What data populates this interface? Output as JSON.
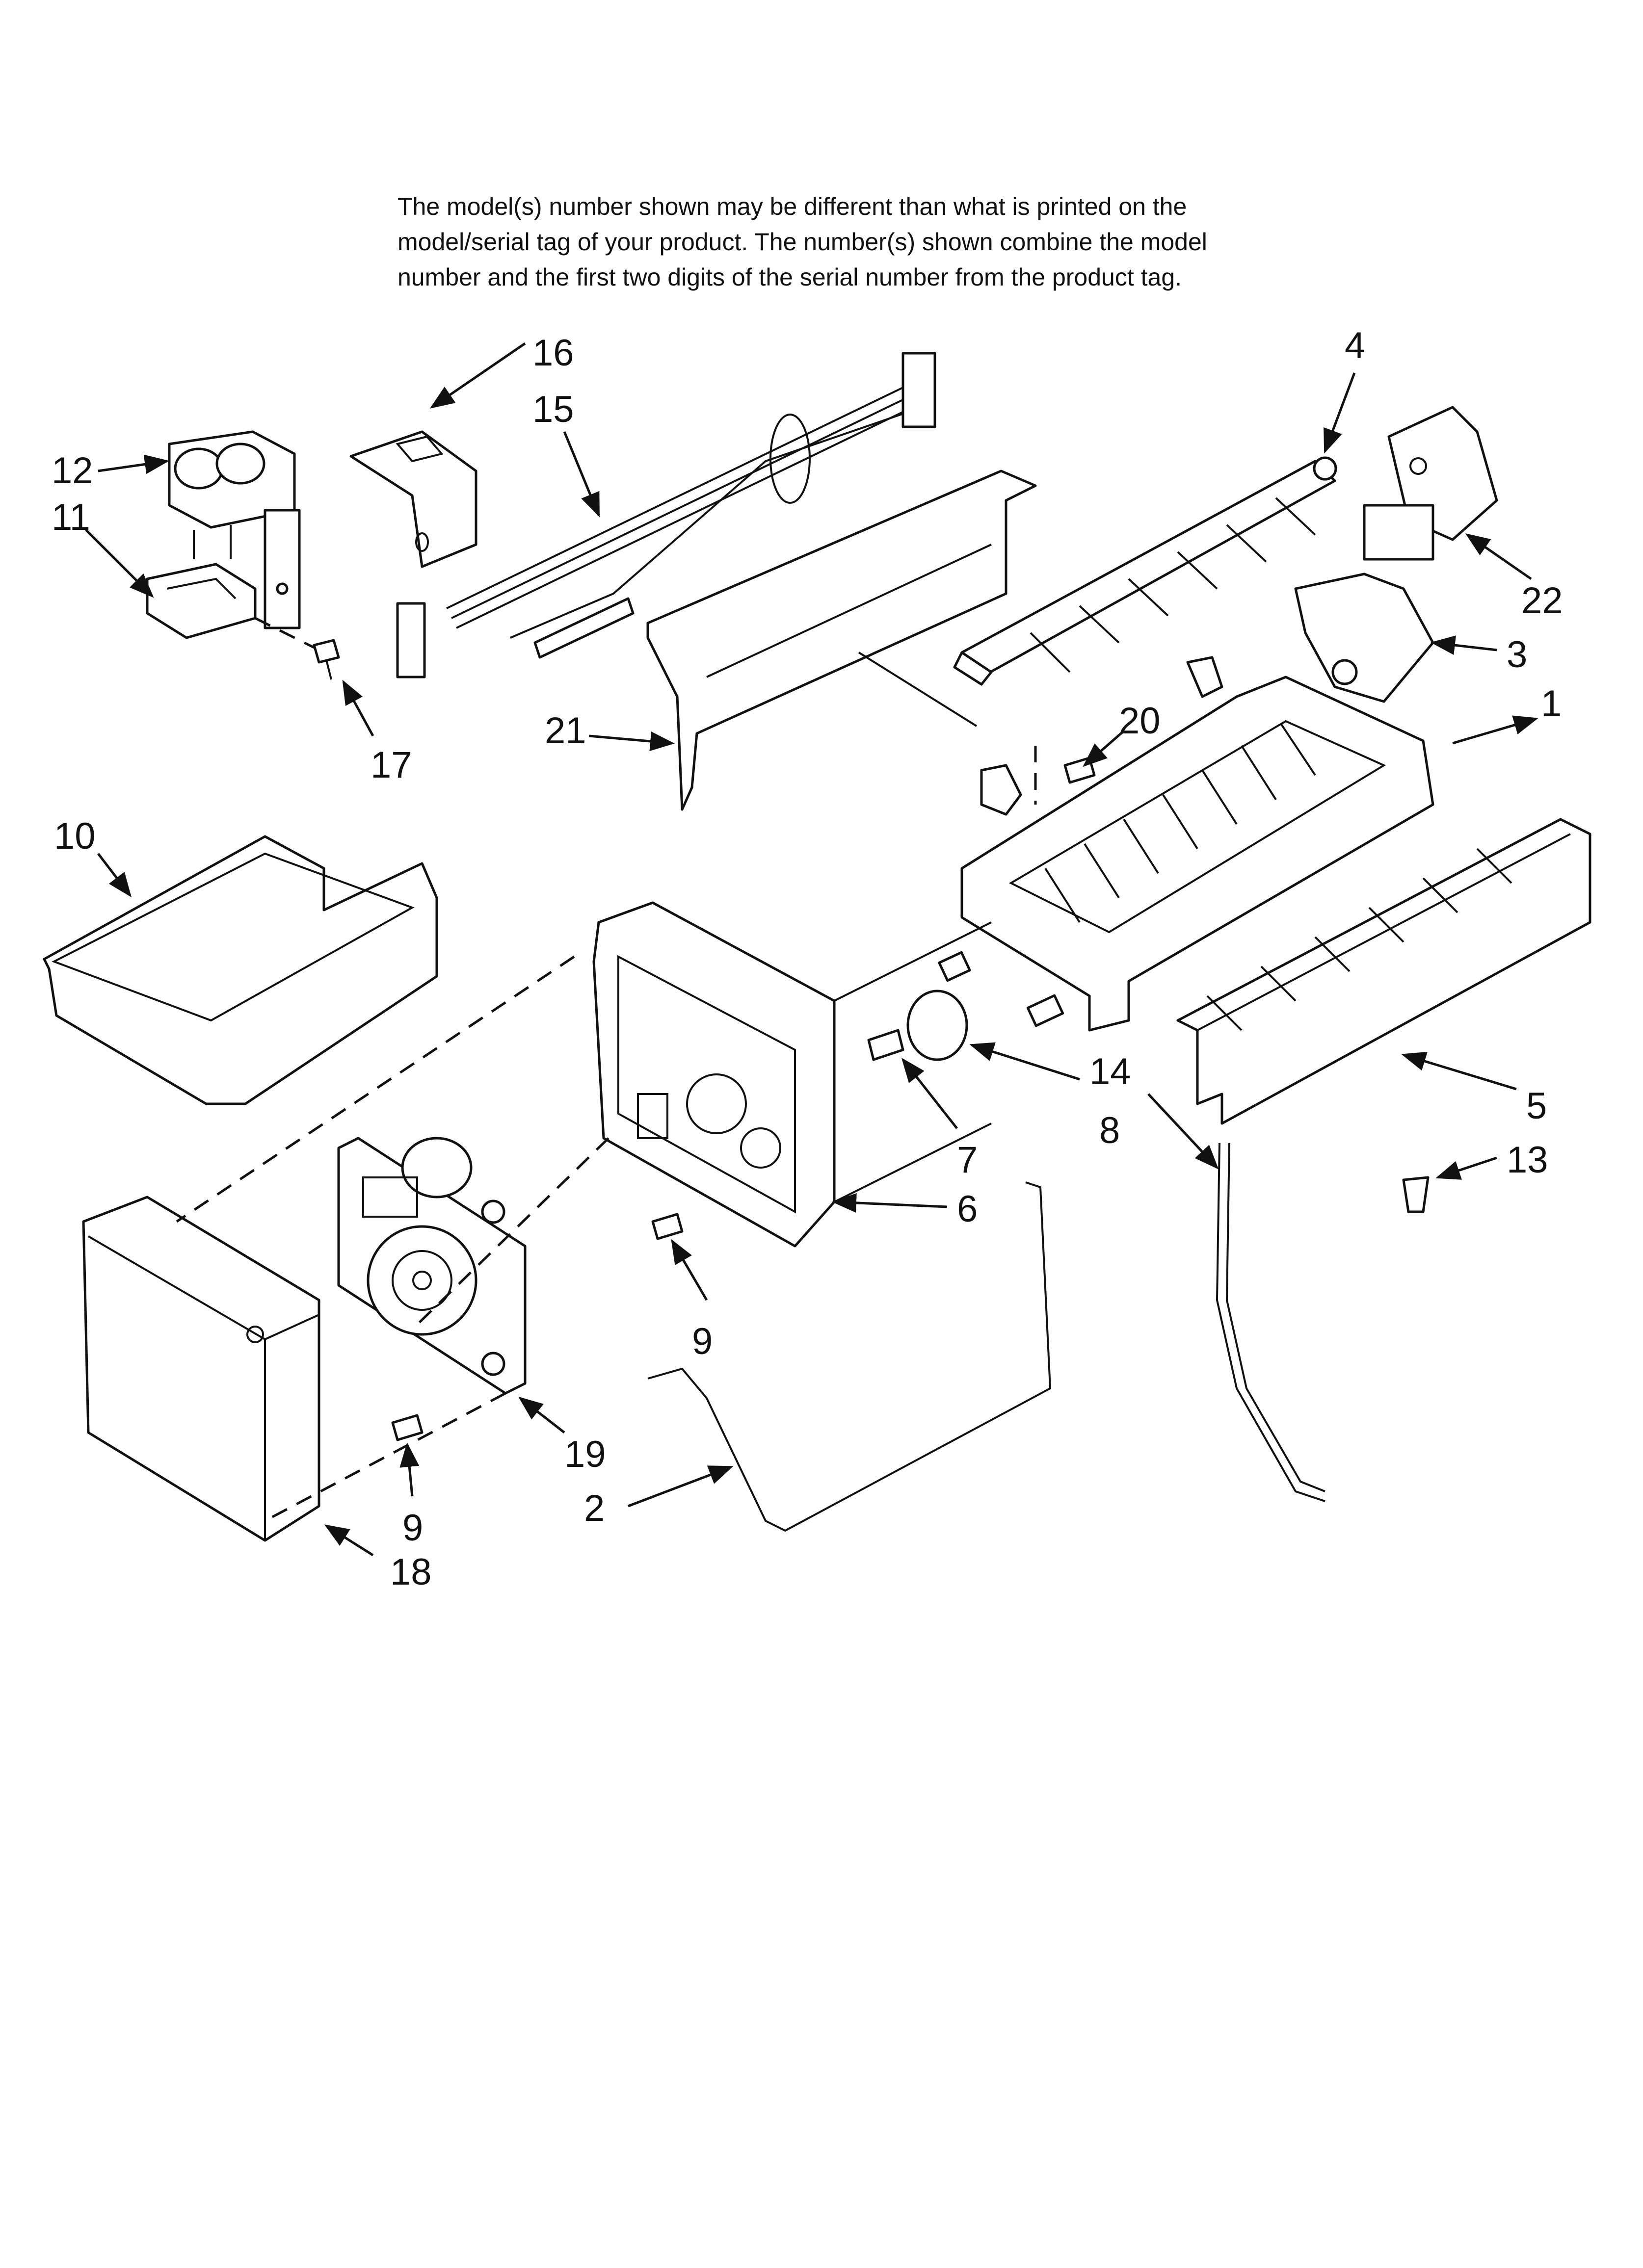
{
  "notice": {
    "line1": "The model(s) number shown may be different than what is printed on the",
    "line2": "model/serial tag of your product. The number(s) shown combine the model",
    "line3": "number and the first two digits of the serial number from the product tag."
  },
  "callouts": {
    "c1": "1",
    "c2": "2",
    "c3": "3",
    "c4": "4",
    "c5": "5",
    "c6": "6",
    "c7": "7",
    "c8": "8",
    "c9a": "9",
    "c9b": "9",
    "c10": "10",
    "c11": "11",
    "c12": "12",
    "c13": "13",
    "c14": "14",
    "c15": "15",
    "c16": "16",
    "c17": "17",
    "c18": "18",
    "c19": "19",
    "c20": "20",
    "c21": "21",
    "c22": "22"
  }
}
